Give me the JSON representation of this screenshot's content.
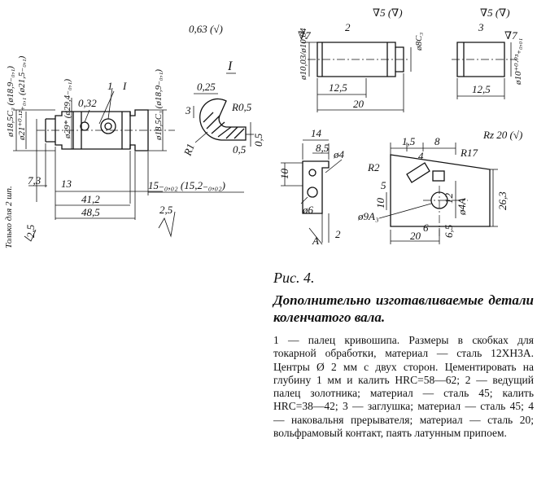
{
  "figure": {
    "number_label": "Рис. 4.",
    "title": "Дополнительно изготавливаемые детали коленчатого вала.",
    "description": "1 — палец кривошипа. Размеры в скобках для токарной обработки, материал — сталь 12ХН3А. Центры Ø 2 мм с двух сторон. Цементировать на глубину 1 мм и калить HRC=58—62; 2 — ведущий палец золотника; материал — сталь 45; калить HRC=38—42; 3 — заглушка; материал — сталь 45; 4 — наковальня прерывателя; материал — сталь 20; вольфрамовый контакт, паять латунным припоем."
  },
  "part1": {
    "label_1": "1",
    "label_I": "I",
    "roughness": "0,63 (√)",
    "dia_left": "ø18,5С₃ (ø18,9₋₀,₁)",
    "dia_mid": "ø21⁺⁰·¹²₊₀,₁ (ø21,5₋₀,₁)",
    "dia_center": "ø29* (ø29,4₋₀,₁)",
    "dia_right": "ø18,5С₃ (ø18,9₋₀,₁)",
    "dim_032": "0,32",
    "dim_73": "7,3",
    "dim_13": "13",
    "dim_412": "41,2",
    "dim_485": "48,5",
    "dim_15": "15₋₀,₀₂ (15,2₋₀,₀₂)",
    "dim_25a": "2,5",
    "dim_25b": "2,5",
    "note_side": "Только для 2 шп."
  },
  "detailI": {
    "label": "I",
    "dim_025": "0,25",
    "dim_3": "3",
    "dim_R05": "R0,5",
    "dim_R1": "R1",
    "dim_05a": "0,5",
    "dim_05b": "0,5"
  },
  "part2": {
    "label": "2",
    "roughness": "∇5 (∇)",
    "rough_small": "∇7",
    "dia_left": "ø10,03/ø10,04",
    "dia_right": "ø8С₃",
    "dim_125": "12,5",
    "dim_20": "20"
  },
  "part3": {
    "label": "3",
    "roughness": "∇5 (∇)",
    "rough_small": "∇7",
    "dia": "ø10⁺⁰·⁰³₊₀,₀₁",
    "dim_125": "12,5"
  },
  "part4a": {
    "dim_14": "14",
    "dim_85": "8,5",
    "dim_dia4": "ø4",
    "dim_10": "10",
    "dim_dia6": "ø6",
    "dim_2": "2",
    "arrow_A": "A"
  },
  "part4b": {
    "label": "4",
    "roughness": "Rz 20 (√)",
    "dim_15": "1,5",
    "dim_8": "8",
    "dim_R17": "R17",
    "dim_R2": "R2",
    "dim_5": "5",
    "dim_10": "10",
    "dim_12": "12",
    "dim_263": "26,3",
    "dim_dia4A": "ø4A",
    "dim_dia9": "ø9A₃",
    "dim_6": "6",
    "dim_65": "6,5",
    "dim_20": "20"
  }
}
